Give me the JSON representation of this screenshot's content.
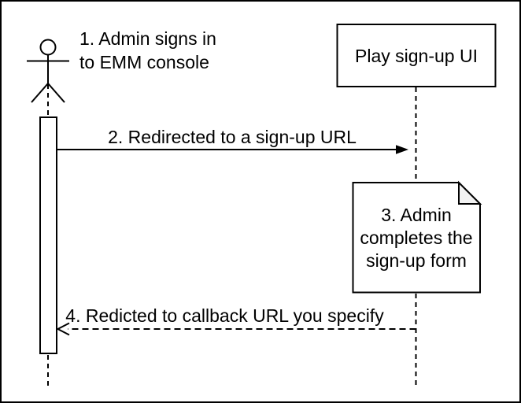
{
  "colors": {
    "stroke": "#000000",
    "background": "#ffffff",
    "note_fold": "#f2f2f2",
    "arrowhead_fill": "#000000"
  },
  "participant_box": {
    "label": "Play sign-up UI"
  },
  "messages": [
    {
      "label": "1. Admin signs in\nto EMM console"
    },
    {
      "label": "2. Redirected to a sign-up URL"
    },
    {
      "label": "4. Redicted to callback URL you specify"
    }
  ],
  "note": {
    "label": "3. Admin\ncompletes the\nsign-up form"
  }
}
